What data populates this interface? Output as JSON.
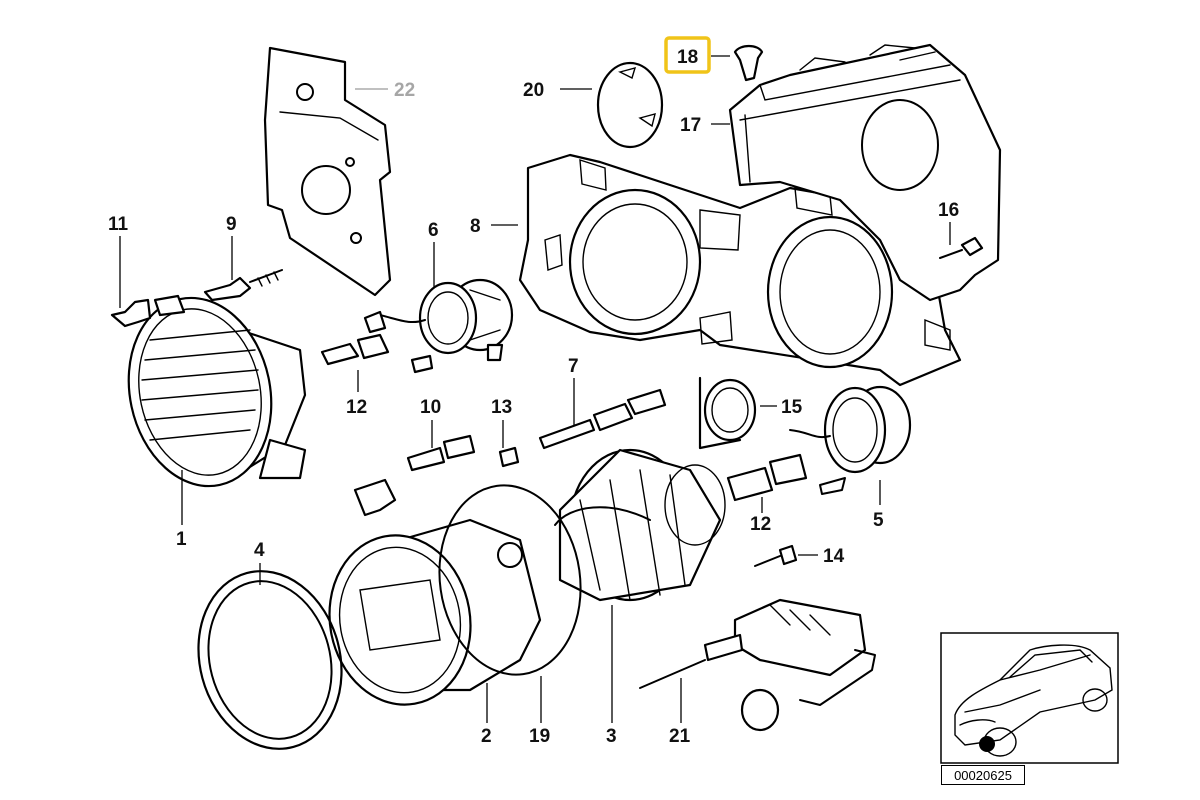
{
  "diagram": {
    "labels": [
      {
        "id": "1",
        "text": "1"
      },
      {
        "id": "2",
        "text": "2"
      },
      {
        "id": "3",
        "text": "3"
      },
      {
        "id": "4",
        "text": "4"
      },
      {
        "id": "5",
        "text": "5"
      },
      {
        "id": "6",
        "text": "6"
      },
      {
        "id": "7",
        "text": "7"
      },
      {
        "id": "8",
        "text": "8"
      },
      {
        "id": "9",
        "text": "9"
      },
      {
        "id": "10",
        "text": "10"
      },
      {
        "id": "11",
        "text": "11"
      },
      {
        "id": "12a",
        "text": "12"
      },
      {
        "id": "12b",
        "text": "12"
      },
      {
        "id": "13",
        "text": "13"
      },
      {
        "id": "14",
        "text": "14"
      },
      {
        "id": "15",
        "text": "15"
      },
      {
        "id": "16",
        "text": "16"
      },
      {
        "id": "17",
        "text": "17"
      },
      {
        "id": "18",
        "text": "18",
        "highlighted": true
      },
      {
        "id": "19",
        "text": "19"
      },
      {
        "id": "20",
        "text": "20"
      },
      {
        "id": "21",
        "text": "21"
      },
      {
        "id": "22",
        "text": "22",
        "greyed": true
      }
    ],
    "highlight_color": "#f0c419",
    "reference_code": "00020625"
  }
}
